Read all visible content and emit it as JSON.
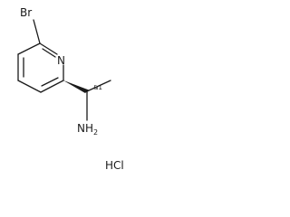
{
  "molecule": {
    "atoms": {
      "bromine": "Br",
      "ring_nitrogen": "N",
      "amine_main": "NH",
      "amine_sub": "2",
      "salt": "HCl"
    },
    "stereo_label": "&1",
    "colors": {
      "ink": "#1a1a1a",
      "background": "#ffffff"
    }
  }
}
